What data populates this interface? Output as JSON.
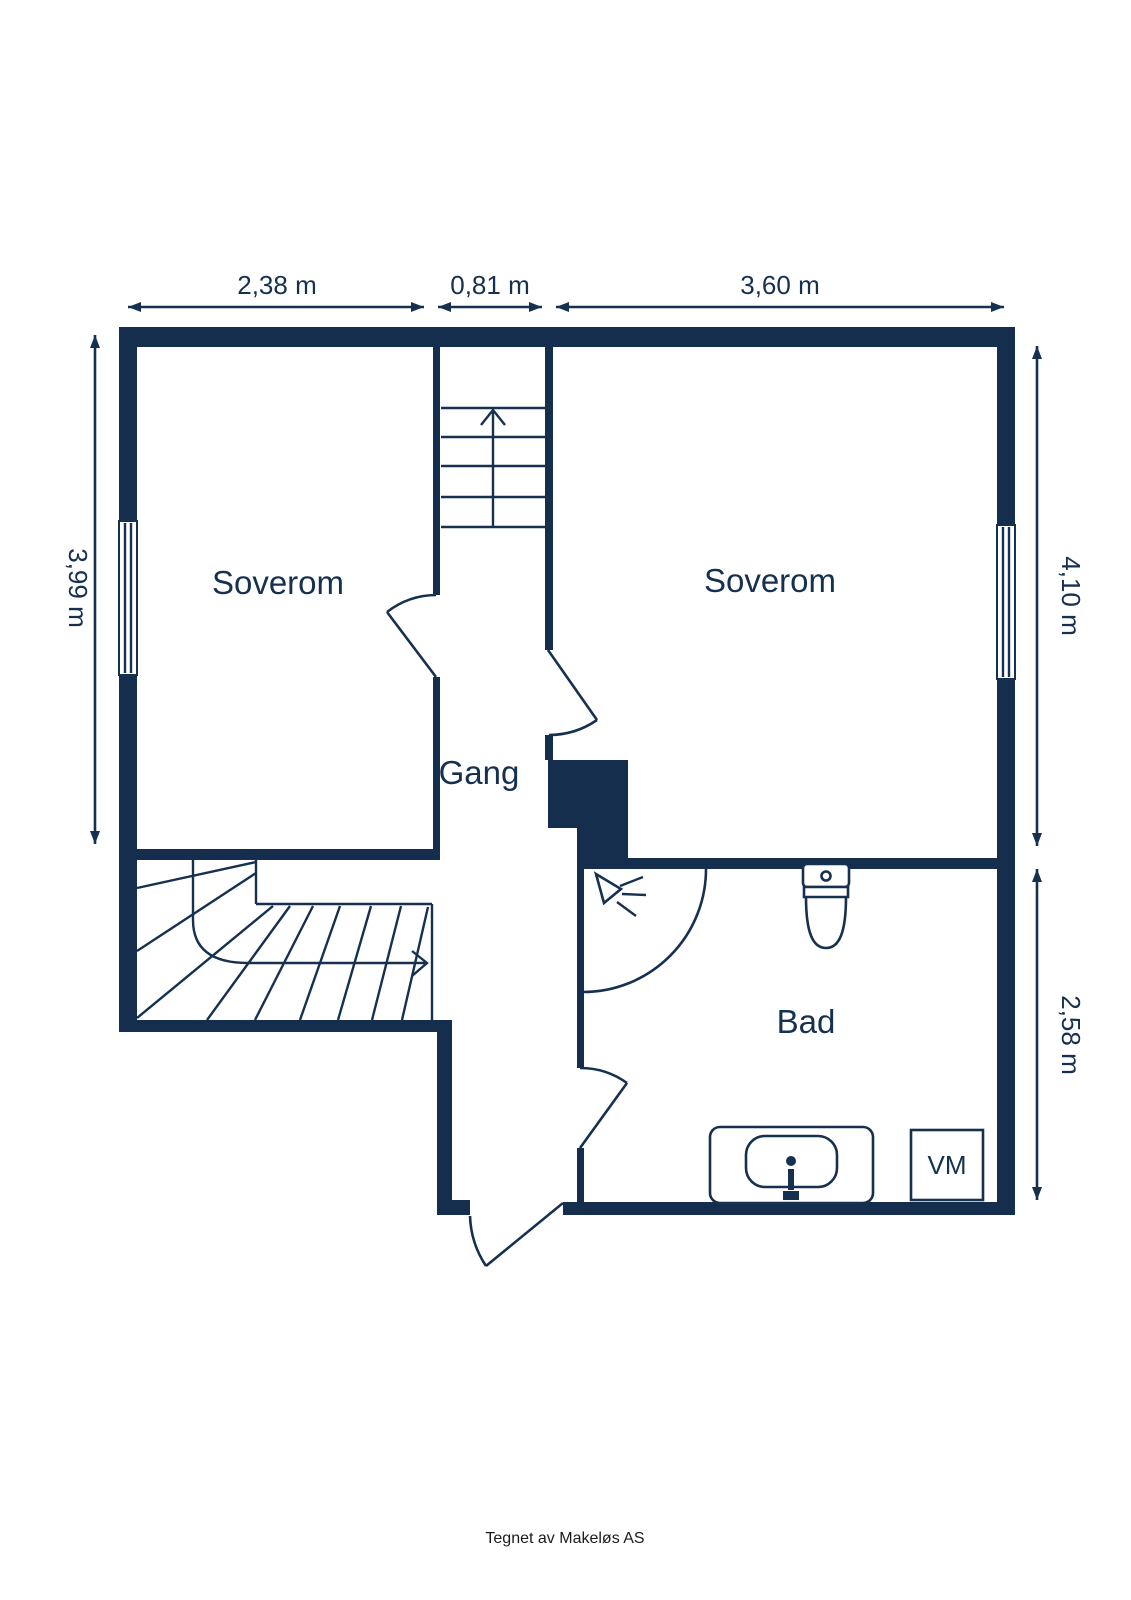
{
  "plan": {
    "rooms": [
      {
        "id": "soverom-left",
        "label": "Soverom"
      },
      {
        "id": "soverom-right",
        "label": "Soverom"
      },
      {
        "id": "gang",
        "label": "Gang"
      },
      {
        "id": "bad",
        "label": "Bad"
      }
    ],
    "appliances": {
      "washing_machine_label": "VM"
    },
    "fixtures": [
      "shower-corner",
      "shower-head",
      "toilet",
      "bathtub",
      "washing-machine",
      "straight-stairs-up",
      "winder-stairs",
      "window-left",
      "window-right",
      "doors"
    ],
    "dimensions": {
      "top": [
        {
          "label": "2,38 m"
        },
        {
          "label": "0,81 m"
        },
        {
          "label": "3,60 m"
        }
      ],
      "left": [
        {
          "label": "3,99 m"
        }
      ],
      "right": [
        {
          "label": "4,10 m"
        },
        {
          "label": "2,58 m"
        }
      ]
    },
    "footer": "Tegnet av Makeløs AS",
    "colors": {
      "wall": "#152e4e",
      "line": "#16304f",
      "label_text": "#16304f",
      "footer_text": "#1b1b1b",
      "background": "#ffffff"
    }
  }
}
